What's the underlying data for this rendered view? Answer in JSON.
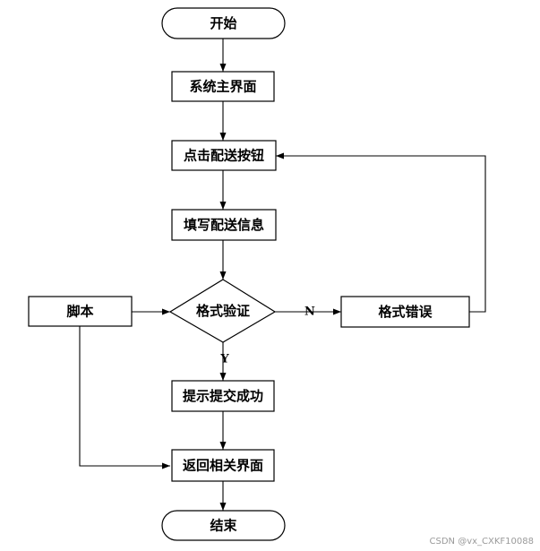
{
  "nodes": {
    "start": "开始",
    "main_ui": "系统主界面",
    "click_delivery": "点击配送按钮",
    "fill_info": "填写配送信息",
    "validate": "格式验证",
    "script": "脚本",
    "format_error": "格式错误",
    "success": "提示提交成功",
    "return": "返回相关界面",
    "end": "结束"
  },
  "edge_labels": {
    "no": "N",
    "yes": "Y"
  },
  "watermark": "CSDN @vx_CXKF10088"
}
